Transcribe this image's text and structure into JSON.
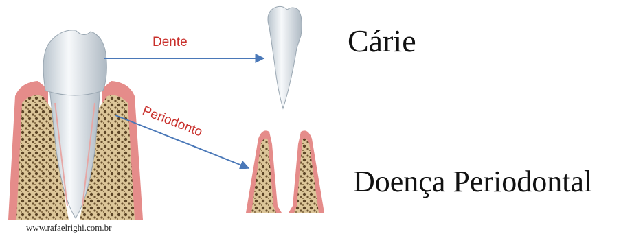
{
  "labels": {
    "dente": "Dente",
    "periodonto": "Periodonto",
    "carie": "Cárie",
    "doenca": "Doença Periodontal",
    "credit": "www.rafaelrighi.com.br"
  },
  "colors": {
    "arrow": "#4a78b8",
    "label_red": "#c9302c",
    "gum": "#e58c8a",
    "bone": "#d9c392",
    "tooth": "#eef2f5"
  }
}
